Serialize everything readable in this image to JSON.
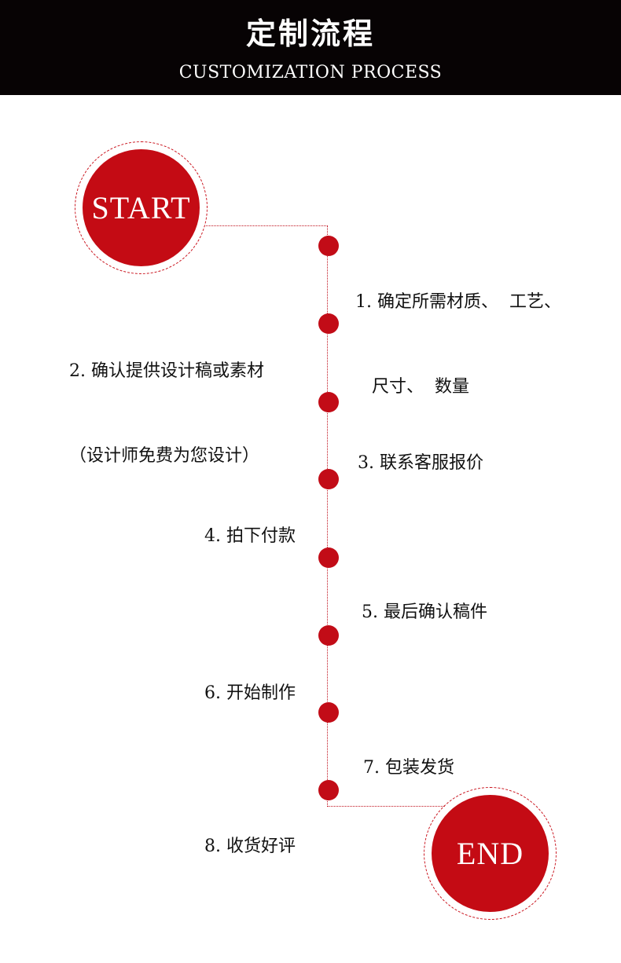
{
  "header": {
    "title": "定制流程",
    "subtitle": "CUSTOMIZATION PROCESS"
  },
  "start_label": "START",
  "end_label": "END",
  "steps": [
    {
      "line1": "1. 确定所需材质、  工艺、",
      "line2": "   尺寸、  数量"
    },
    {
      "line1": "2. 确认提供设计稿或素材",
      "line2": "（设计师免费为您设计）"
    },
    {
      "line1": "3. 联系客服报价"
    },
    {
      "line1": "4. 拍下付款"
    },
    {
      "line1": "5. 最后确认稿件"
    },
    {
      "line1": "6. 开始制作"
    },
    {
      "line1": "7. 包装发货"
    },
    {
      "line1": "8. 收货好评"
    }
  ],
  "colors": {
    "accent_red": "#c40b14",
    "header_bg": "#070304"
  }
}
